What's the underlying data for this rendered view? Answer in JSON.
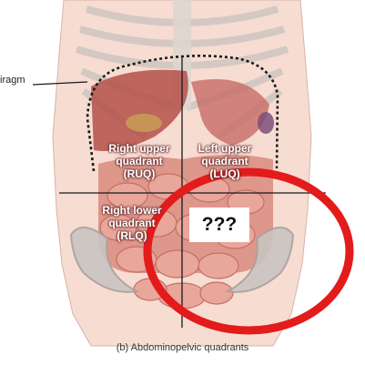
{
  "labels": {
    "diaphragm": "iragm",
    "ruq": {
      "line1": "Right upper",
      "line2": "quadrant",
      "line3": "(RUQ)"
    },
    "luq": {
      "line1": "Left upper",
      "line2": "quadrant",
      "line3": "(LUQ)"
    },
    "rlq": {
      "line1": "Right lower",
      "line2": "quadrant",
      "line3": "(RLQ)"
    }
  },
  "overlay": {
    "unknown_text": "???",
    "circle_color": "#e31b1b"
  },
  "caption": "(b) Abdominopelvic quadrants"
}
